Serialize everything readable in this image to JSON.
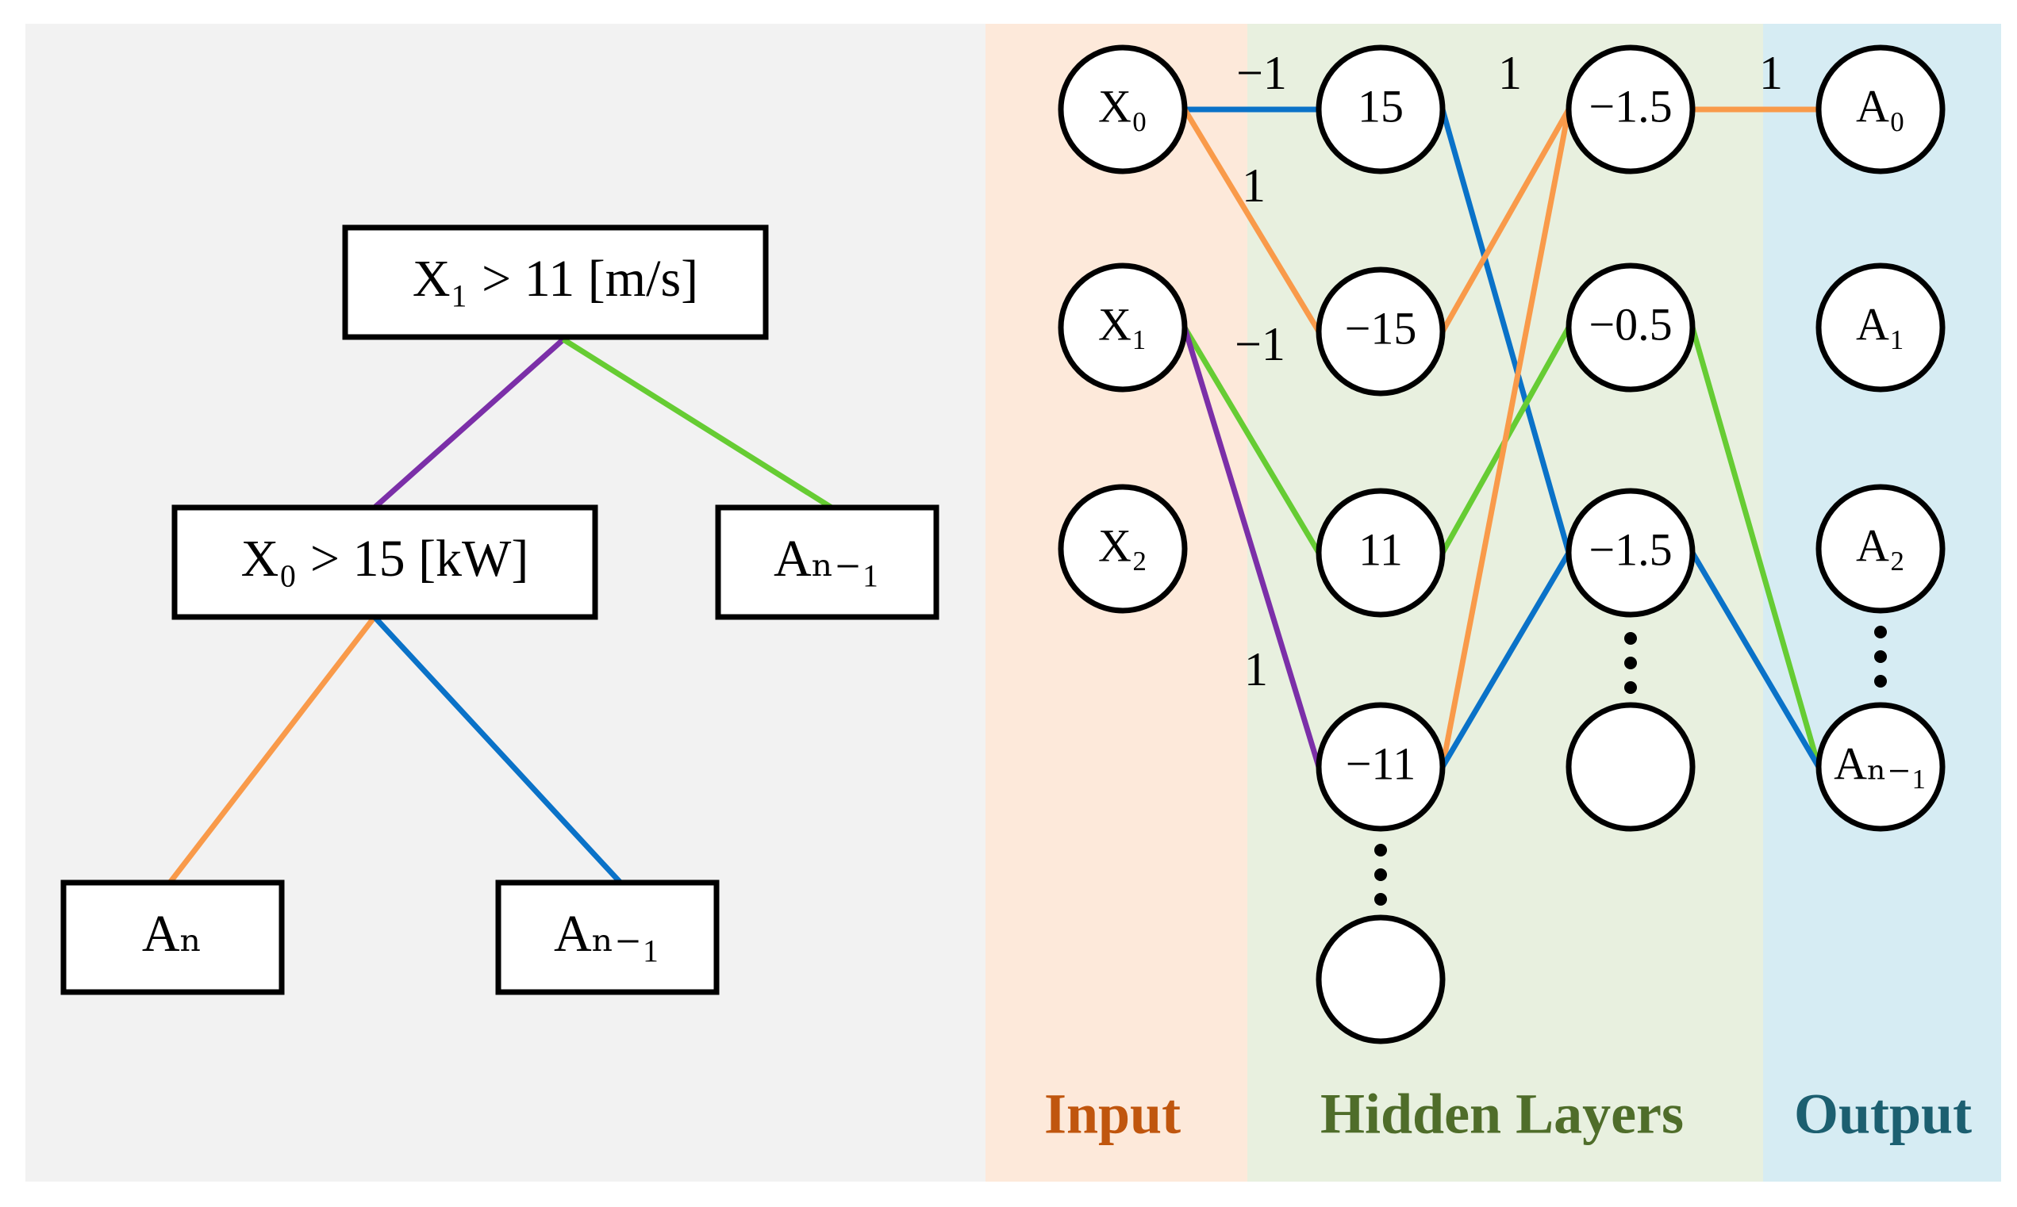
{
  "colors": {
    "purple": "#7b2fa8",
    "green": "#66cc33",
    "orange": "#f99a4a",
    "blue": "#0a72c8",
    "tree_bg": "#f2f2f2",
    "input_bg": "#fde9da",
    "hidden_bg": "#e8f0df",
    "output_bg": "#d6ecf3",
    "input_text": "#c0560e",
    "hidden_text": "#4f6d2a",
    "output_text": "#1c5f70"
  },
  "tree": {
    "root": "X₁ > 11 [m/s]",
    "mid": "X₀ > 15 [kW]",
    "right_leaf": "Aₙ₋₁",
    "leaf_left": "Aₙ",
    "leaf_right": "Aₙ₋₁"
  },
  "network": {
    "sections": {
      "input": "Input",
      "hidden": "Hidden Layers",
      "output": "Output"
    },
    "inputs": [
      "X₀",
      "X₁",
      "X₂"
    ],
    "hidden1": [
      "15",
      "−15",
      "11",
      "−11",
      ""
    ],
    "hidden2": [
      "−1.5",
      "−0.5",
      "−1.5",
      ""
    ],
    "outputs": [
      "A₀",
      "A₁",
      "A₂",
      "Aₙ₋₁"
    ],
    "weights": {
      "x0_h15": "−1",
      "x0_hm15": "1",
      "x1_hm15": "−1",
      "x1_hm11": "1",
      "h1_h2": "1",
      "h2_out": "1"
    }
  }
}
